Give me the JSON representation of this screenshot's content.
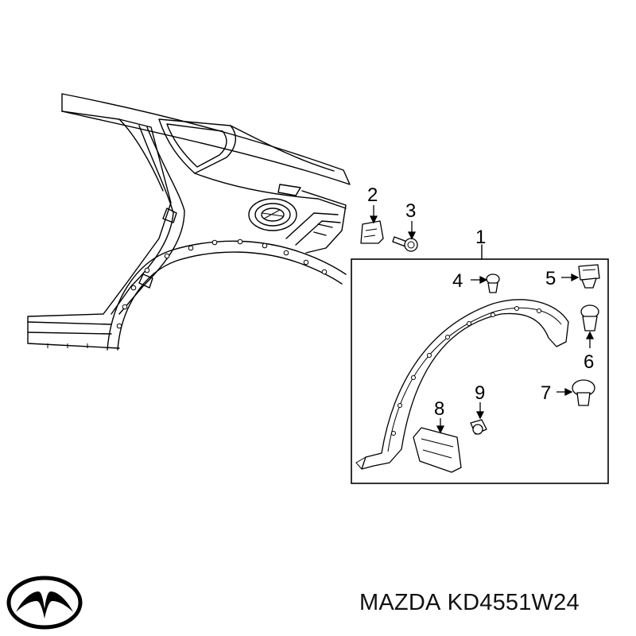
{
  "callouts": [
    {
      "id": "1",
      "label": "1"
    },
    {
      "id": "2",
      "label": "2"
    },
    {
      "id": "3",
      "label": "3"
    },
    {
      "id": "4",
      "label": "4"
    },
    {
      "id": "5",
      "label": "5"
    },
    {
      "id": "6",
      "label": "6"
    },
    {
      "id": "7",
      "label": "7"
    },
    {
      "id": "8",
      "label": "8"
    },
    {
      "id": "9",
      "label": "9"
    }
  ],
  "caption": {
    "brand": "MAZDA",
    "part_number": "KD4551W24"
  },
  "logo": {
    "icon": "mazda-logo-icon",
    "color": "#000000"
  }
}
